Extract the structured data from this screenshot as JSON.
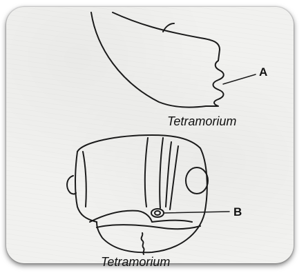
{
  "figure_top": {
    "caption": "Tetramorium",
    "label": "A"
  },
  "figure_bottom": {
    "caption": "Tetramorium",
    "label": "B"
  }
}
